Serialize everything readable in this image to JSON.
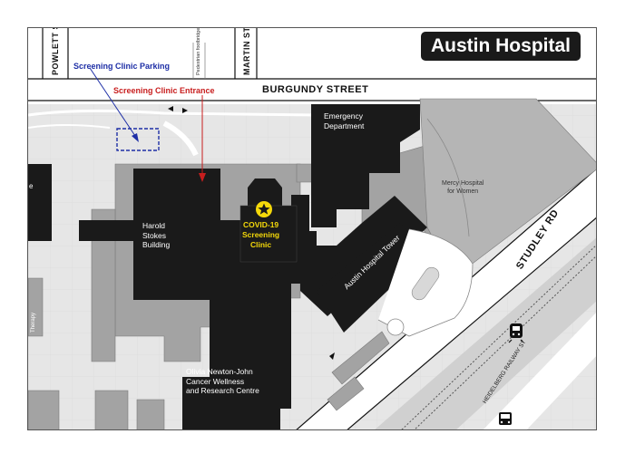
{
  "title": "Austin Hospital",
  "streets": {
    "burgundy": "BURGUNDY STREET",
    "studley": "STUDLEY RD",
    "powlett": "POWLETT ST",
    "martin": "MARTIN ST",
    "footpath": "Pedestrian footbridge",
    "railway": "HEIDELBERG RAILWAY ST"
  },
  "annotations": {
    "parking": "Screening Clinic Parking",
    "entrance": "Screening Clinic Entrance"
  },
  "buildings": {
    "emergency": "Emergency\nDepartment",
    "harold": "Harold\nStokes\nBuilding",
    "covid": "COVID-19\nScreening\nClinic",
    "mercy": "Mercy Hospital\nfor Women",
    "tower": "Austin Hospital Tower",
    "olivia": "Olivia Newton-John\nCancer Wellness\nand Research Centre",
    "therapy": "Therapy",
    "edge_e": "e"
  },
  "icons": [
    "star-icon",
    "train-icon",
    "bus-icon"
  ],
  "colors": {
    "building_black": "#1a1a1a",
    "building_gray": "#a3a3a3",
    "covid_yellow": "#f5d90a",
    "parking_blue": "#1e2fa6",
    "entrance_red": "#c81e1e"
  }
}
